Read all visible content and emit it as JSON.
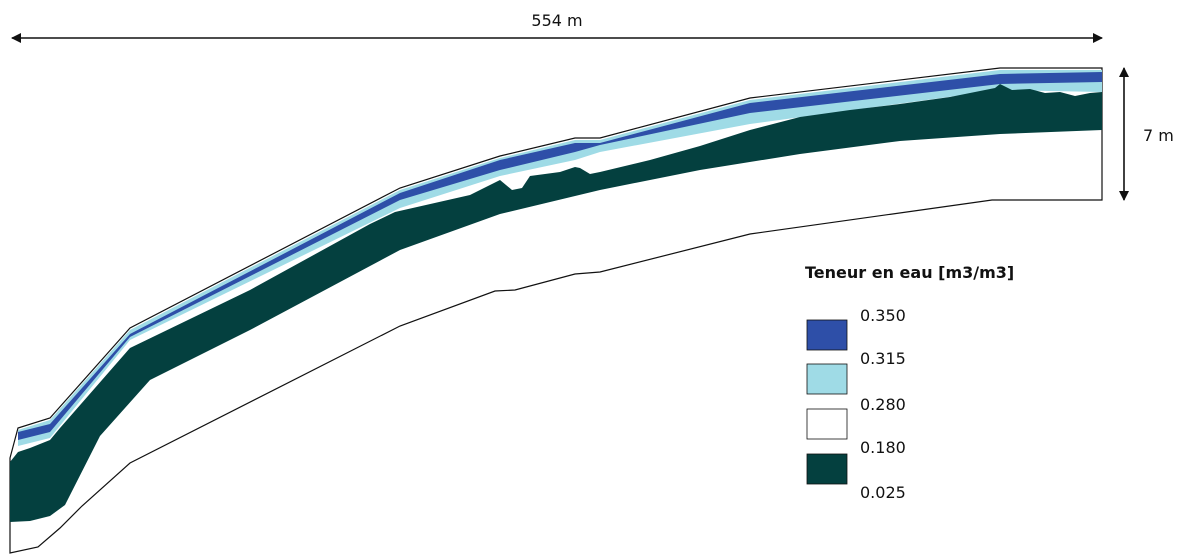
{
  "dimensions": {
    "length_label": "554 m",
    "height_label": "7 m"
  },
  "legend": {
    "title": "Teneur en eau [m3/m3]",
    "ticks": [
      "0.350",
      "0.315",
      "0.280",
      "0.180",
      "0.025"
    ],
    "classes": [
      {
        "range": "0.315–0.350",
        "color": "#2e4fa8"
      },
      {
        "range": "0.280–0.315",
        "color": "#9fdbe6"
      },
      {
        "range": "0.180–0.280",
        "color": "#ffffff"
      },
      {
        "range": "0.025–0.180",
        "color": "#04403f"
      }
    ]
  },
  "colors": {
    "outline": "#111111",
    "very_wet": "#2e4fa8",
    "wet": "#9fdbe6",
    "medium": "#ffffff",
    "dry": "#04403f"
  }
}
